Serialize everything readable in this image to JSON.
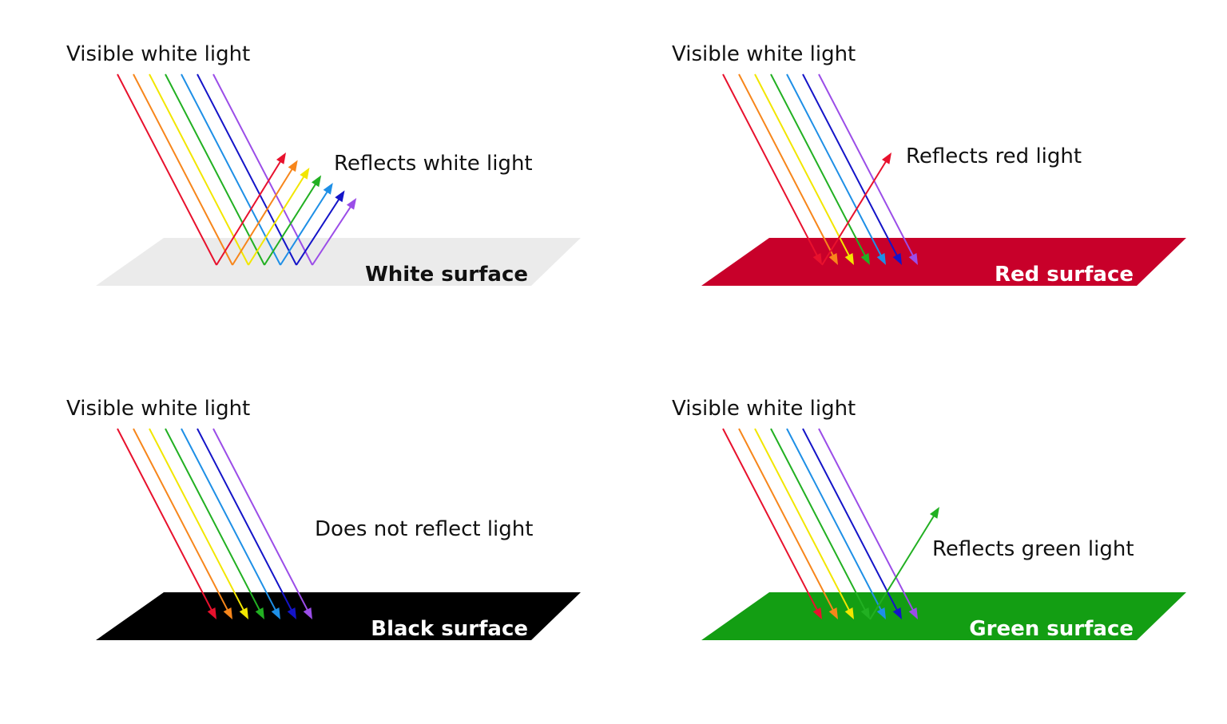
{
  "spectrum_colors": [
    "#e8112d",
    "#f7861b",
    "#f2e600",
    "#22b022",
    "#1e8fe6",
    "#1414c8",
    "#9b4de8"
  ],
  "panels": [
    {
      "heading": "Visible white light",
      "reflection_label": "Reflects white light",
      "surface_label": "White surface",
      "surface_color": "#ebebeb",
      "surface_text_color": "#111111",
      "reflected": [
        0,
        1,
        2,
        3,
        4,
        5,
        6
      ]
    },
    {
      "heading": "Visible white light",
      "reflection_label": "Reflects red light",
      "surface_label": "Red surface",
      "surface_color": "#c8002a",
      "surface_text_color": "#ffffff",
      "reflected": [
        0
      ]
    },
    {
      "heading": "Visible white light",
      "reflection_label": "Does not reflect light",
      "surface_label": "Black surface",
      "surface_color": "#000000",
      "surface_text_color": "#ffffff",
      "reflected": []
    },
    {
      "heading": "Visible white light",
      "reflection_label": "Reflects green light",
      "surface_label": "Green surface",
      "surface_color": "#139e13",
      "surface_text_color": "#ffffff",
      "reflected": [
        3
      ]
    }
  ]
}
